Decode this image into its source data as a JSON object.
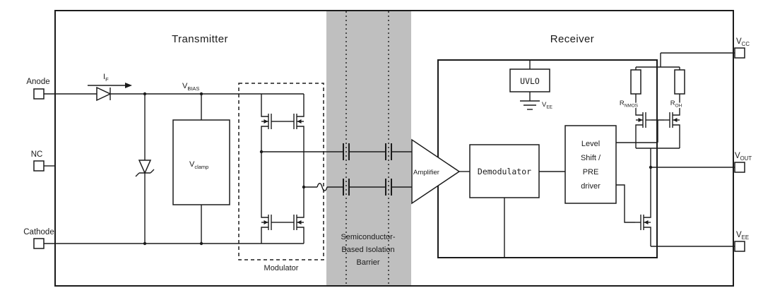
{
  "titles": {
    "transmitter": "Transmitter",
    "receiver": "Receiver"
  },
  "pins": {
    "anode": "Anode",
    "nc": "NC",
    "cathode": "Cathode",
    "vcc": {
      "main": "V",
      "sub": "CC"
    },
    "vout": {
      "main": "V",
      "sub": "OUT"
    },
    "vee": {
      "main": "V",
      "sub": "EE"
    }
  },
  "transmitter": {
    "if_label": {
      "main": "I",
      "sub": "F"
    },
    "vbias": {
      "main": "V",
      "sub": "BIAS"
    },
    "vclamp": {
      "main": "V",
      "sub": "clamp"
    },
    "modulator": "Modulator"
  },
  "barrier": {
    "line1": "Semiconductor-",
    "line2": "Based Isolation",
    "line3": "Barrier"
  },
  "receiver": {
    "amplifier": "Amplifier",
    "demodulator": "Demodulator",
    "uvlo": "UVLO",
    "uvlo_vee": {
      "main": "V",
      "sub": "EE"
    },
    "level_shift": {
      "line1": "Level",
      "line2": "Shift /",
      "line3": "PRE",
      "line4": "driver"
    },
    "rnmos": {
      "main": "R",
      "sub": "NMOS"
    },
    "roh": {
      "main": "R",
      "sub": "OH"
    }
  },
  "colors": {
    "line": "#1b1b1b",
    "barrier_fill": "#bfbfbf",
    "background": "#ffffff"
  }
}
